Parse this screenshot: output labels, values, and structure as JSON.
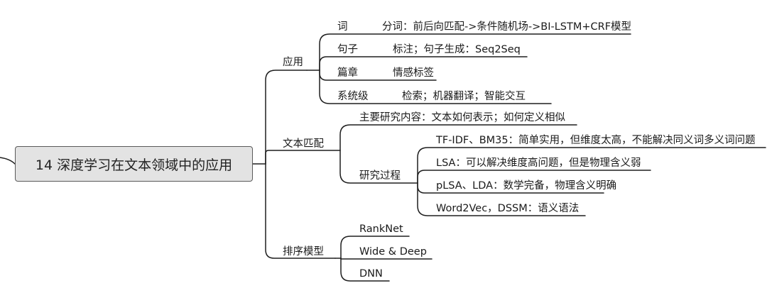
{
  "root": "14 深度学习在文本领域中的应用",
  "branches": {
    "app": {
      "label": "应用",
      "items": [
        {
          "label": "词",
          "detail": "分词：前后向匹配->条件随机场->BI-LSTM+CRF模型"
        },
        {
          "label": "句子",
          "detail": "标注；句子生成：Seq2Seq"
        },
        {
          "label": "篇章",
          "detail": "情感标签"
        },
        {
          "label": "系统级",
          "detail": "检索；机器翻译；智能交互"
        }
      ]
    },
    "match": {
      "label": "文本匹配",
      "main_content": "主要研究内容：文本如何表示；如何定义相似",
      "research": {
        "label": "研究过程",
        "items": [
          "TF-IDF、BM35：简单实用，但维度太高，不能解决同义词多义词问题",
          "LSA：可以解决维度高问题，但是物理含义弱",
          "pLSA、LDA：数学完备，物理含义明确",
          "Word2Vec，DSSM：语义语法"
        ]
      }
    },
    "rank": {
      "label": "排序模型",
      "items": [
        "RankNet",
        "Wide & Deep",
        "DNN"
      ]
    }
  }
}
